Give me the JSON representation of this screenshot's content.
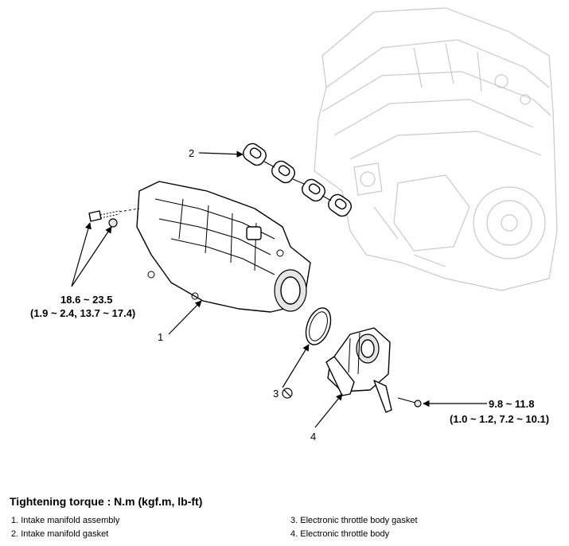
{
  "callouts": {
    "c1": "1",
    "c2": "2",
    "c3": "3",
    "c4": "4"
  },
  "torque_manifold": {
    "line1": "18.6 ~ 23.5",
    "line2": "(1.9 ~ 2.4, 13.7 ~ 17.4)"
  },
  "torque_throttle": {
    "line1": "9.8 ~ 11.8",
    "line2": "(1.0 ~ 1.2, 7.2 ~ 10.1)"
  },
  "caption": "Tightening torque : N.m (kgf.m, lb-ft)",
  "legend": [
    "1. Intake manifold assembly",
    "2. Intake manifold gasket",
    "3. Electronic throttle body gasket",
    "4. Electronic throttle body"
  ],
  "icons": {
    "replace_symbol": "prohibition-circle-icon"
  }
}
